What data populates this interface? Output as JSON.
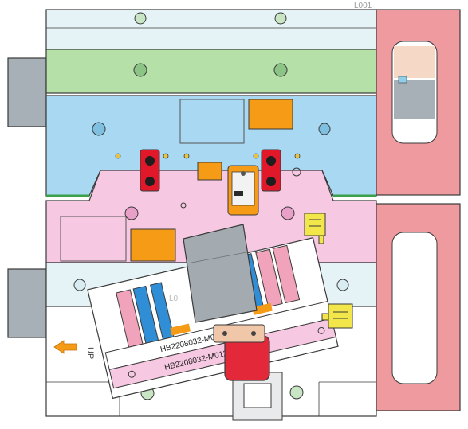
{
  "drawing": {
    "corner_label": "L001",
    "part_numbers": [
      "HB2208032-M01",
      "HB2208032-M012"
    ],
    "direction_label": "UP",
    "faint_label": "L0"
  },
  "colors": {
    "outline": "#3a3a3a",
    "top_plate": "#e6f3f6",
    "green_plate": "#b5e0a8",
    "blue_plate": "#a8d8f2",
    "pink_plate": "#f6c8e2",
    "red_frame": "#ee9a9e",
    "gray_block": "#a7b0b6",
    "orange_pad": "#f59b16",
    "red_clamp": "#e0182a",
    "yellow_switch": "#f3e64a",
    "roller_blue": "#2f8ed6",
    "roller_pink": "#f1a3bb",
    "arm_gray": "#a3aab0",
    "cylinder_red": "#e3283a"
  }
}
